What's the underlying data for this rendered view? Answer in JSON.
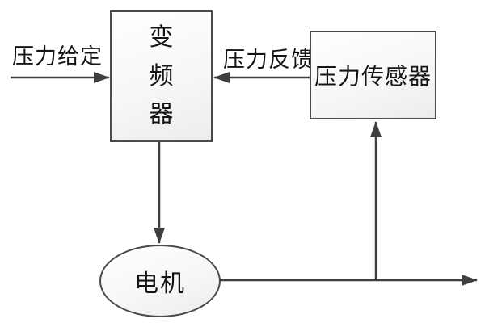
{
  "diagram": {
    "title": "pressure-control-loop",
    "background_color": "#ffffff",
    "line_color": "#3f3f3f",
    "border_color": "#4a4a4a",
    "text_color": "#141414",
    "nodes": {
      "inverter": "变频器",
      "sensor": "压力传感器",
      "motor": "电机"
    },
    "labels": {
      "setpoint": "压力给定",
      "feedback": "压力反馈"
    },
    "connections": [
      {
        "name": "setpoint-arrow",
        "label": "压力给定",
        "from": "input",
        "to": "inverter",
        "direction": "right"
      },
      {
        "name": "feedback-arrow",
        "label": "压力反馈",
        "from": "sensor",
        "to": "inverter",
        "direction": "left"
      },
      {
        "name": "inverter-to-motor-arrow",
        "label": "",
        "from": "inverter",
        "to": "motor",
        "direction": "down"
      },
      {
        "name": "motor-output-arrow",
        "label": "",
        "from": "motor",
        "to": "output",
        "direction": "right"
      },
      {
        "name": "motor-to-sensor-arrow",
        "label": "",
        "from": "motor-output-line",
        "to": "sensor",
        "direction": "up"
      }
    ]
  }
}
